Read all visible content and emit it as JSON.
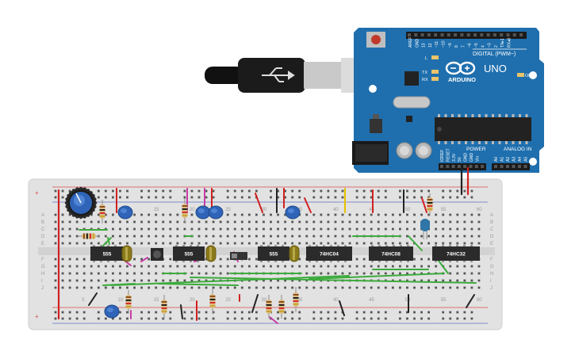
{
  "arduino": {
    "brand": "ARDUINO",
    "model": "UNO",
    "digital_label": "DIGITAL (PWM~)",
    "power_label": "POWER",
    "analog_label": "ANALOG IN",
    "on_label": "ON",
    "led_labels": [
      "L",
      "TX",
      "RX"
    ],
    "digital_pins": [
      "AREF",
      "GND",
      "13",
      "12",
      "~11",
      "~10",
      "~9",
      "8",
      "7",
      "~6",
      "~5",
      "4",
      "~3",
      "2",
      "TX▸1",
      "RX◂0"
    ],
    "power_pins": [
      "IOREF",
      "RESET",
      "3.3V",
      "5V",
      "GND",
      "GND",
      "Vin"
    ],
    "analog_pins": [
      "A0",
      "A1",
      "A2",
      "A3",
      "A4",
      "A5"
    ]
  },
  "breadboard": {
    "column_numbers": [
      "5",
      "10",
      "15",
      "20",
      "25",
      "30",
      "35",
      "40",
      "45",
      "50",
      "55",
      "60"
    ],
    "row_letters_top": [
      "A",
      "B",
      "C",
      "D",
      "E"
    ],
    "row_letters_bottom": [
      "F",
      "G",
      "H",
      "I",
      "J"
    ],
    "rail_plus": "+",
    "rail_minus": "−"
  },
  "chips": [
    {
      "label": "555"
    },
    {
      "label": "555"
    },
    {
      "label": "555"
    },
    {
      "label": "74HC04"
    },
    {
      "label": "74HC08"
    },
    {
      "label": "74HC32"
    }
  ],
  "colors": {
    "board": "#1f6fae",
    "breadboard": "#e2e2e2",
    "wire_red": "#d22020",
    "wire_green": "#3cab3c",
    "wire_magenta": "#c93ca8",
    "wire_black": "#222222",
    "wire_yellow": "#e6c200",
    "capacitor_blue": "#2f64b8"
  }
}
